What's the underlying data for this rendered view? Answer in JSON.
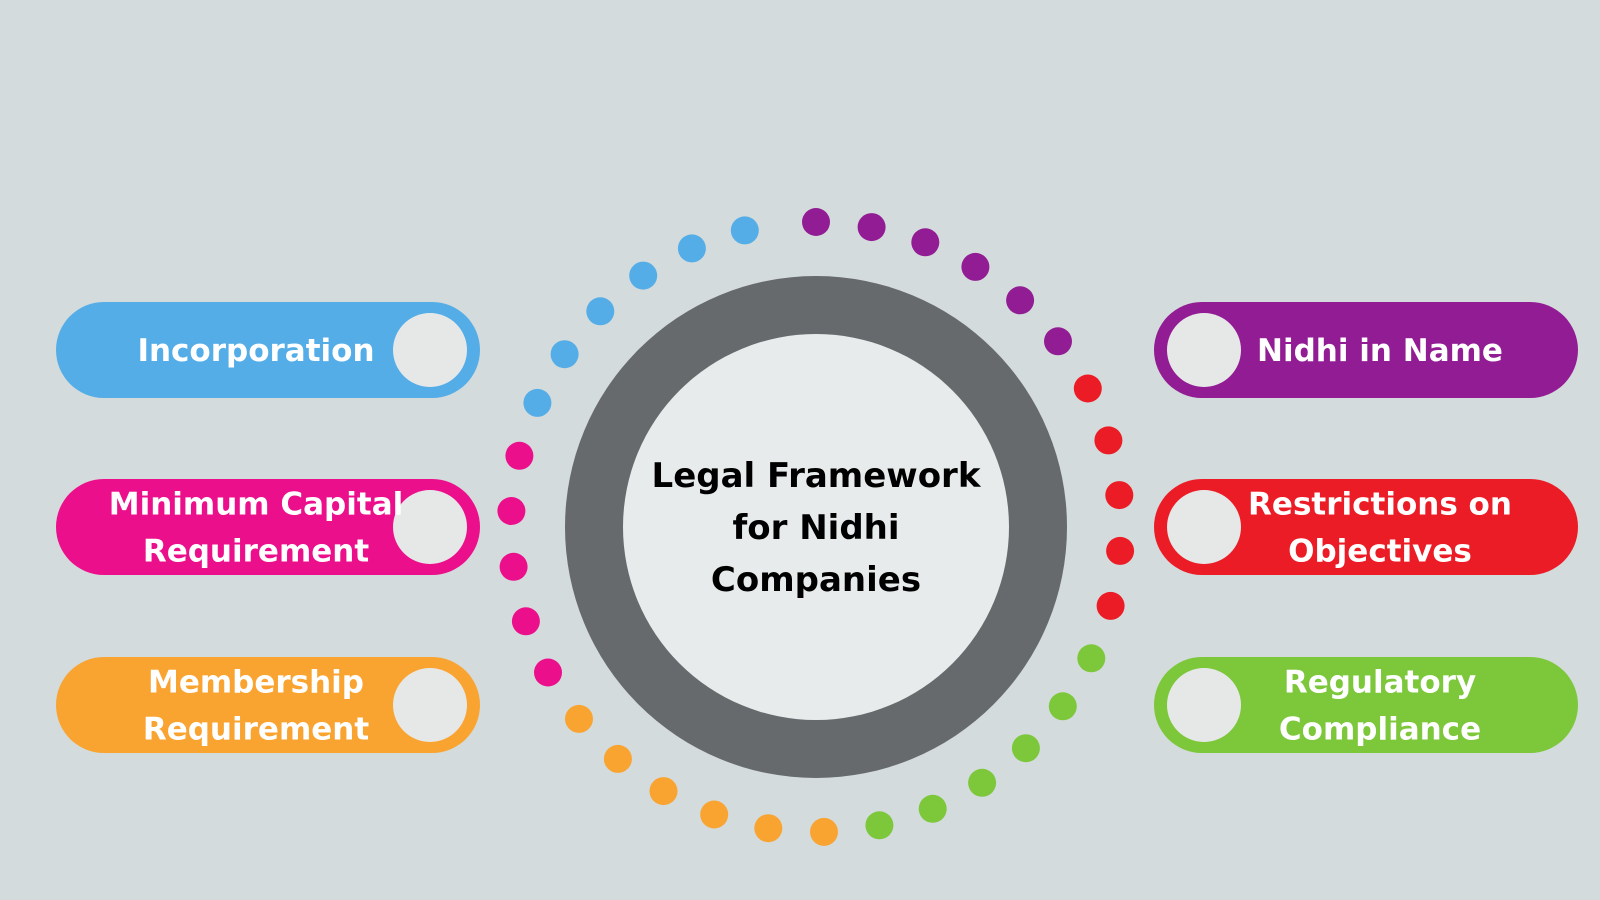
{
  "center": {
    "title_lines": [
      "Legal Framework",
      "for Nidhi",
      "Companies"
    ],
    "ring_color": "#676a6d",
    "inner_color": "#e8ebeb"
  },
  "items": [
    {
      "lines": [
        "Incorporation"
      ],
      "color": "#55ade8",
      "side": "left"
    },
    {
      "lines": [
        "Minimum Capital",
        "Requirement"
      ],
      "color": "#ec0f8c",
      "side": "left"
    },
    {
      "lines": [
        "Membership",
        "Requirement"
      ],
      "color": "#f9a431",
      "side": "left"
    },
    {
      "lines": [
        "Nidhi in Name"
      ],
      "color": "#921c93",
      "side": "right"
    },
    {
      "lines": [
        "Restrictions on",
        "Objectives"
      ],
      "color": "#ec1c26",
      "side": "right"
    },
    {
      "lines": [
        "Regulatory",
        "Compliance"
      ],
      "color": "#7dc73b",
      "side": "right"
    }
  ],
  "dot_arcs": [
    {
      "color": "#921c93",
      "count": 6
    },
    {
      "color": "#ec1c26",
      "count": 5
    },
    {
      "color": "#7dc73b",
      "count": 6
    },
    {
      "color": "#f9a431",
      "count": 6
    },
    {
      "color": "#ec0f8c",
      "count": 5
    },
    {
      "color": "#55ade8",
      "count": 6
    }
  ],
  "knob_color": "#e6e8e8"
}
